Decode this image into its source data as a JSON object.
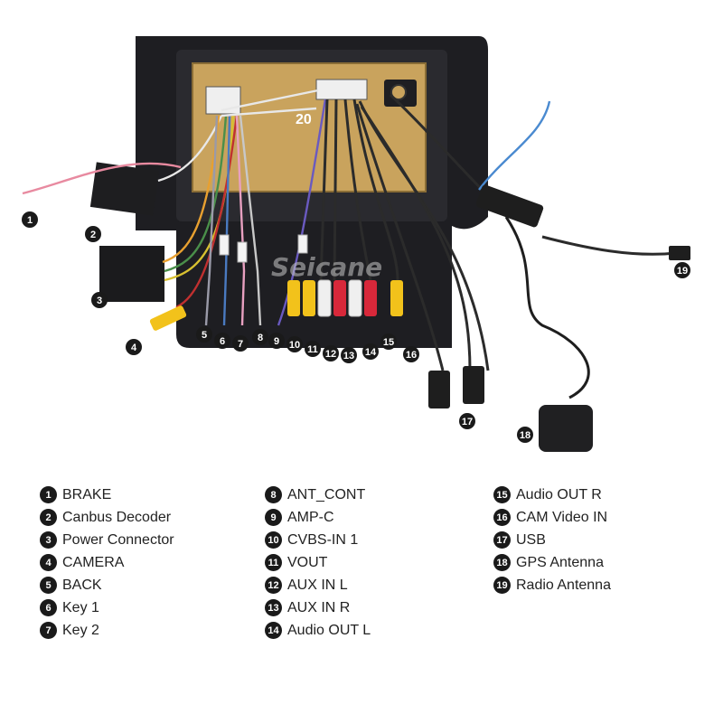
{
  "watermark": "Seicane",
  "connector_label": "20",
  "legend": [
    {
      "num": "1",
      "label": "BRAKE"
    },
    {
      "num": "2",
      "label": "Canbus Decoder"
    },
    {
      "num": "3",
      "label": "Power Connector"
    },
    {
      "num": "4",
      "label": "CAMERA"
    },
    {
      "num": "5",
      "label": "BACK"
    },
    {
      "num": "6",
      "label": "Key 1"
    },
    {
      "num": "7",
      "label": "Key 2"
    },
    {
      "num": "8",
      "label": "ANT_CONT"
    },
    {
      "num": "9",
      "label": "AMP-C"
    },
    {
      "num": "10",
      "label": "CVBS-IN 1"
    },
    {
      "num": "11",
      "label": "VOUT"
    },
    {
      "num": "12",
      "label": "AUX IN L"
    },
    {
      "num": "13",
      "label": "AUX IN R"
    },
    {
      "num": "14",
      "label": "Audio OUT L"
    },
    {
      "num": "15",
      "label": "Audio OUT R"
    },
    {
      "num": "16",
      "label": "CAM Video IN"
    },
    {
      "num": "17",
      "label": "USB"
    },
    {
      "num": "18",
      "label": "GPS Antenna"
    },
    {
      "num": "19",
      "label": "Radio Antenna"
    }
  ],
  "colors": {
    "frame": "#1e1e22",
    "board": "#c9a35d",
    "badge": "#1a1a1a",
    "rca_yellow": "#f2c21b",
    "rca_red": "#d8283a",
    "rca_white": "#efefef"
  }
}
